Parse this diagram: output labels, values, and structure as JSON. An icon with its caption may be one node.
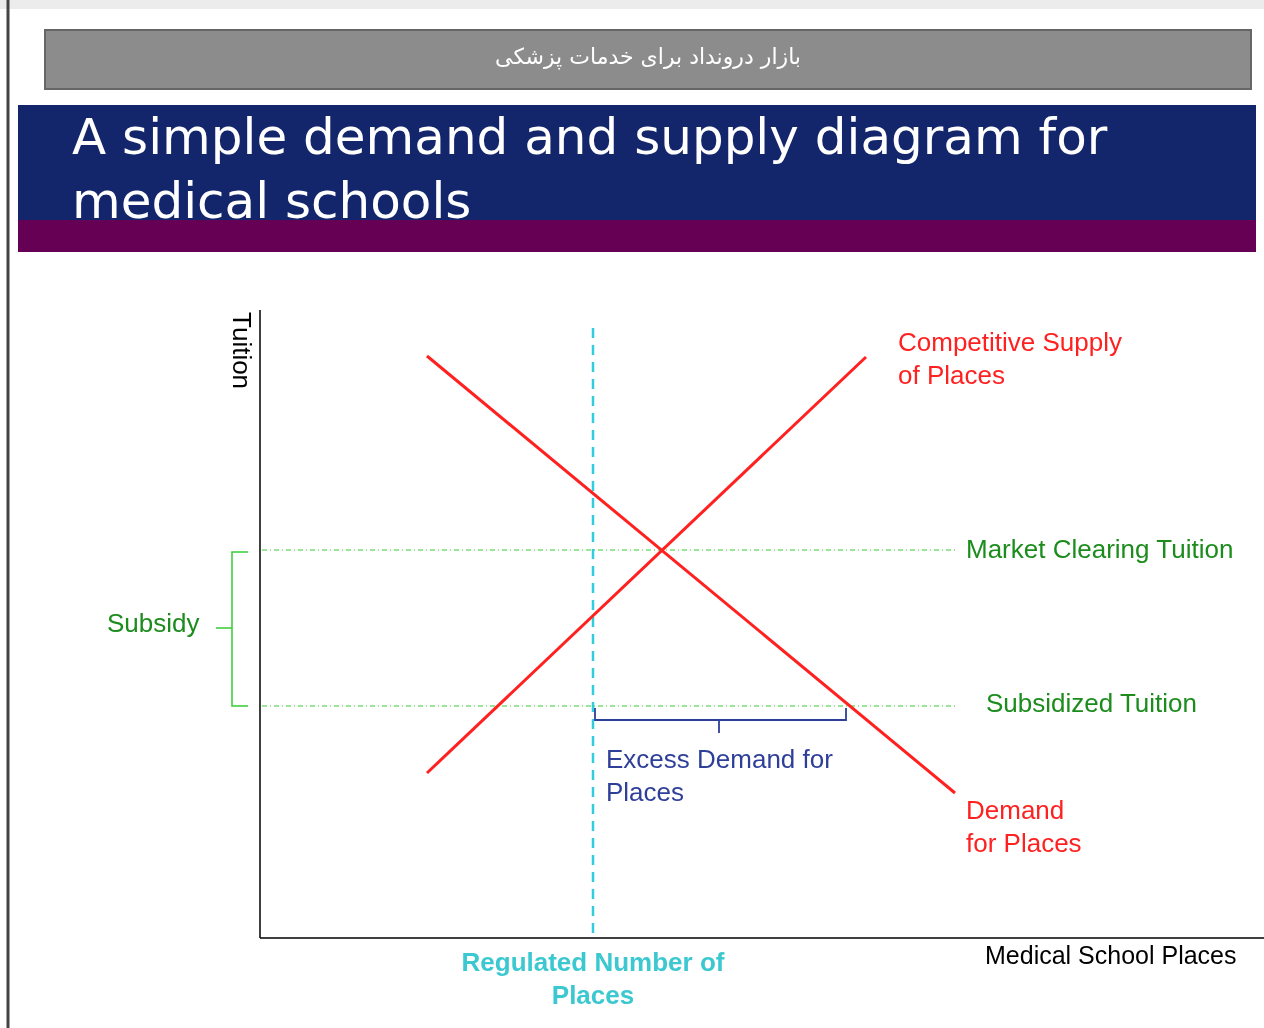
{
  "diagram": {
    "title": "A simple demand and supply diagram for medical schools",
    "labels": [
      "بازار درونداد برای خدمات پزشکی",
      "Tuition",
      "Competitive Supply of Places",
      "Market Clearing Tuition",
      "Subsidy",
      "Subsidized Tuition",
      "Excess Demand for Places",
      "Demand for Places",
      "Medical School Places",
      "Regulated Number of Places"
    ]
  }
}
